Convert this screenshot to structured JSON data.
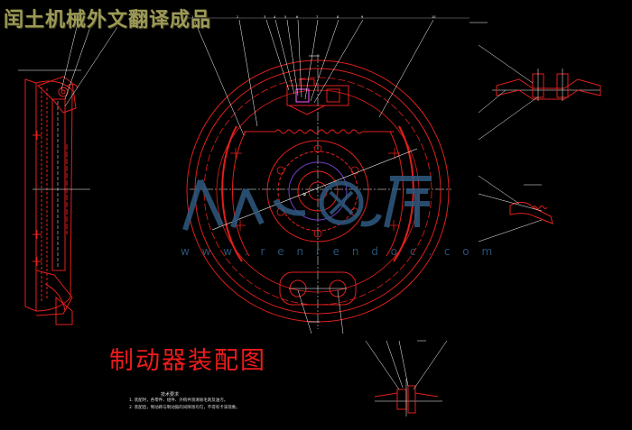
{
  "banner": {
    "text": "闰土机械外文翻译成品"
  },
  "drawing": {
    "title": "制动器装配图"
  },
  "watermark": {
    "url": "w w w . r e n r e n d o c . c o m",
    "logo_icon": "renrendoc-logo"
  },
  "notes": {
    "title": "技术要求",
    "lines": [
      "1. 装配时，各零件、组件、外购件须清除毛刺及油污。",
      "2. 装配后，制动蹄与制动鼓的间隙须均匀，不得有卡滞现象。"
    ]
  },
  "colors": {
    "background": "#000000",
    "linework": "#e0201c",
    "dimension": "#ffffff",
    "banner": "#9d9a57",
    "watermark": "#2f5a80"
  }
}
